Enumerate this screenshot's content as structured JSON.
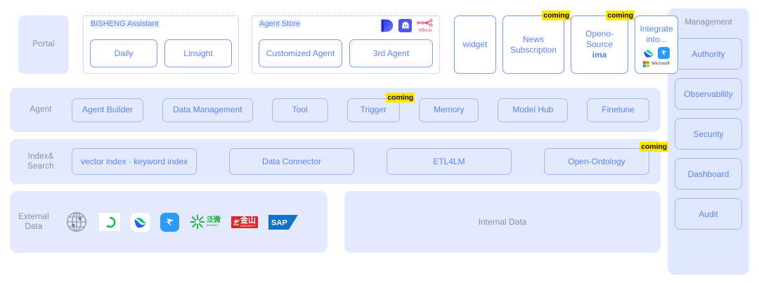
{
  "diagram": {
    "rows": {
      "portal": {
        "label": "Portal",
        "groups": [
          {
            "title": "BISHENG Assistant",
            "icons": [],
            "tiles": [
              {
                "label": "Daily"
              },
              {
                "label": "Linsight"
              }
            ]
          },
          {
            "title": "Agent Store",
            "icons": [
              "dify-icon",
              "coze-icon",
              "n8n-icon"
            ],
            "icon_labels": [
              "",
              "",
              "n8n.io"
            ],
            "tiles": [
              {
                "label": "Customized Agent"
              },
              {
                "label": "3rd Agent"
              }
            ]
          }
        ],
        "standalone_tiles": [
          {
            "label": "widget",
            "badge": ""
          },
          {
            "label": "News Subscription",
            "badge": "coming"
          },
          {
            "label": "Openo-Source",
            "label_bold": "ima",
            "badge": "coming"
          },
          {
            "label": "Integrate into...",
            "badge": "",
            "icons": [
              "feishu-icon",
              "dingtalk-icon",
              "microsoft-icon"
            ],
            "icon_label": "Microsoft"
          }
        ]
      },
      "agent": {
        "label": "Agent",
        "tiles": [
          {
            "label": "Agent Builder",
            "badge": ""
          },
          {
            "label": "Data Management",
            "badge": ""
          },
          {
            "label": "Tool",
            "badge": ""
          },
          {
            "label": "Trigger",
            "badge": "coming"
          },
          {
            "label": "Memory",
            "badge": ""
          },
          {
            "label": "Model Hub",
            "badge": ""
          },
          {
            "label": "Finetune",
            "badge": ""
          }
        ]
      },
      "index": {
        "label": "Index&\nSearch",
        "label_line1": "Index&",
        "label_line2": "Search",
        "tiles": [
          {
            "label": "vector index  ·  keyword index",
            "badge": ""
          },
          {
            "label": "Data Connector",
            "badge": ""
          },
          {
            "label": "ETL4LM",
            "badge": ""
          },
          {
            "label": "Open-Ontology",
            "badge": "coming"
          }
        ]
      },
      "external": {
        "label_line1": "External",
        "label_line2": "Data",
        "logos": [
          "globe-icon",
          "seeyon-icon",
          "landray-icon",
          "dingtalk-icon",
          "weaver-icon",
          "kingsoft-icon",
          "sap-icon"
        ],
        "internal_label": "Internal Data"
      }
    },
    "management": {
      "title": "Management",
      "items": [
        {
          "label": "Authority"
        },
        {
          "label": "Observability"
        },
        {
          "label": "Security"
        },
        {
          "label": "Dashboard"
        },
        {
          "label": "Audit"
        }
      ]
    },
    "colors": {
      "panel_bg": "#e3eafc",
      "mgmt_bg": "#dfe8fd",
      "tile_border": "#7b9cf2",
      "tile_text": "#5b82f0",
      "label_text": "#8a8f98",
      "badge_bg": "#ffe600",
      "page_bg": "#ffffff"
    }
  }
}
